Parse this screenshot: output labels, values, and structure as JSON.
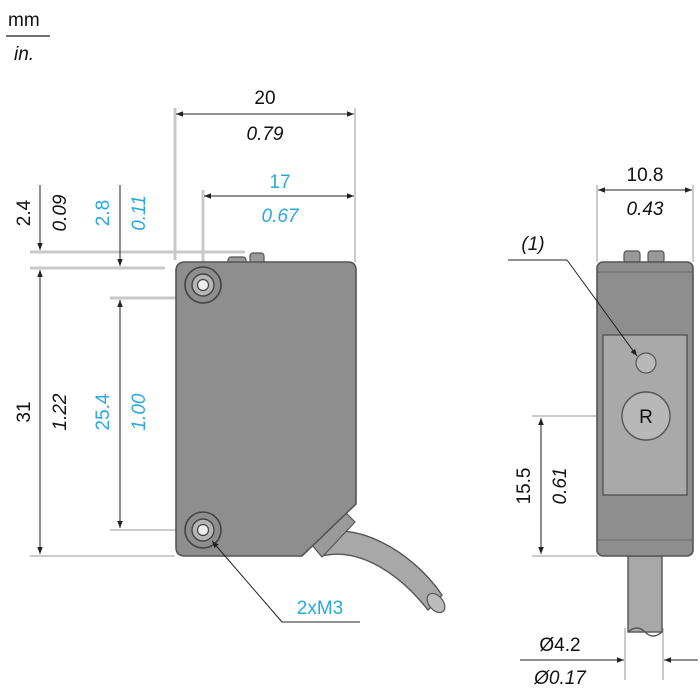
{
  "units": {
    "primary": "mm",
    "secondary": "in."
  },
  "front_view": {
    "width": {
      "mm": "20",
      "in": "0.79"
    },
    "hole_to_edge": {
      "mm": "17",
      "in": "0.67"
    },
    "height": {
      "mm": "31",
      "in": "1.22"
    },
    "top_offset": {
      "mm": "2.4",
      "in": "0.09"
    },
    "hole_top_offset": {
      "mm": "2.8",
      "in": "0.11"
    },
    "hole_spacing": {
      "mm": "25.4",
      "in": "1.00"
    },
    "screws": "2xM3"
  },
  "side_view": {
    "width": {
      "mm": "10.8",
      "in": "0.43"
    },
    "callout": "(1)",
    "lens_label": "R",
    "lens_height": {
      "mm": "15.5",
      "in": "0.61"
    },
    "cable_diameter": {
      "mm": "Ø4.2",
      "in": "Ø0.17"
    }
  },
  "colors": {
    "body": "#8e8e8e",
    "body_outline": "#555555",
    "window": "#a9a9a9",
    "dimension_text": "#111111",
    "accent_dimension": "#29a8e0"
  }
}
